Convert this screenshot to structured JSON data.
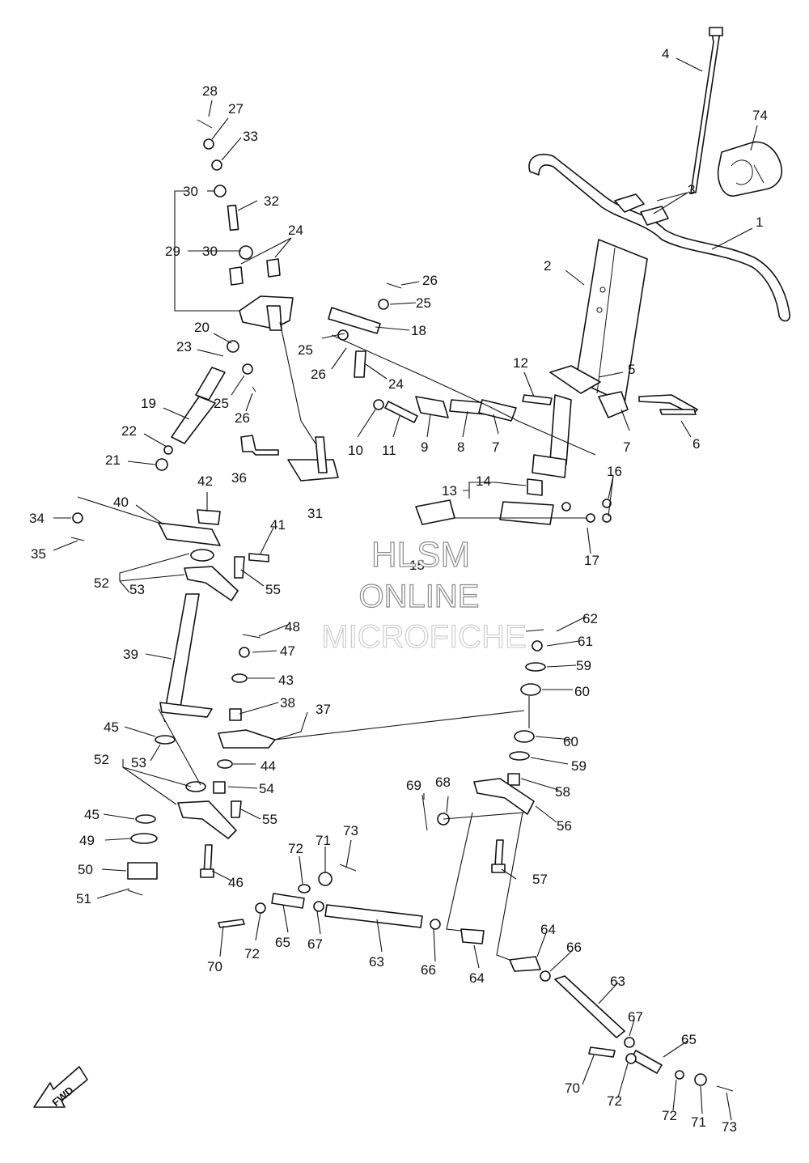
{
  "watermark": {
    "line1": "HLSM",
    "line2": "ONLINE",
    "line3": "MICROFICHE"
  },
  "direction_label": "FWD",
  "callouts": [
    "1",
    "2",
    "3",
    "4",
    "5",
    "6",
    "7",
    "7",
    "8",
    "9",
    "10",
    "11",
    "12",
    "13",
    "14",
    "15",
    "16",
    "17",
    "18",
    "19",
    "20",
    "21",
    "22",
    "23",
    "24",
    "24",
    "25",
    "25",
    "25",
    "26",
    "26",
    "26",
    "27",
    "28",
    "29",
    "30",
    "30",
    "31",
    "32",
    "33",
    "34",
    "35",
    "36",
    "37",
    "38",
    "39",
    "40",
    "41",
    "42",
    "43",
    "44",
    "45",
    "45",
    "46",
    "47",
    "48",
    "49",
    "50",
    "51",
    "52",
    "52",
    "53",
    "53",
    "54",
    "55",
    "55",
    "56",
    "57",
    "58",
    "59",
    "59",
    "60",
    "60",
    "61",
    "62",
    "63",
    "63",
    "64",
    "64",
    "65",
    "65",
    "66",
    "66",
    "67",
    "67",
    "68",
    "69",
    "70",
    "70",
    "71",
    "71",
    "72",
    "72",
    "72",
    "72",
    "73",
    "73",
    "74"
  ]
}
